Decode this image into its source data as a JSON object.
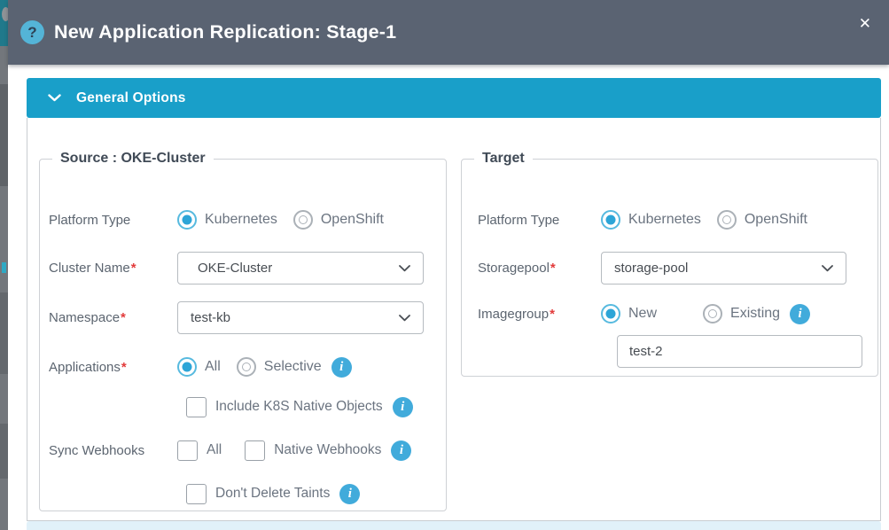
{
  "header": {
    "title": "New Application Replication: Stage-1"
  },
  "icons": {
    "help": "?",
    "close": "✕",
    "info": "i"
  },
  "sections": {
    "general_options": {
      "label": "General Options",
      "expanded": true
    }
  },
  "source": {
    "legend": "Source : OKE-Cluster",
    "platform_type": {
      "label": "Platform Type",
      "options": [
        "Kubernetes",
        "OpenShift"
      ],
      "selected": "Kubernetes"
    },
    "cluster_name": {
      "label": "Cluster Name",
      "required_marker": "*",
      "value": "OKE-Cluster"
    },
    "namespace": {
      "label": "Namespace",
      "required_marker": "*",
      "value": "test-kb"
    },
    "applications": {
      "label": "Applications",
      "required_marker": "*",
      "options": [
        "All",
        "Selective"
      ],
      "selected": "All"
    },
    "include_k8s_native_objects": {
      "label": "Include K8S Native Objects",
      "checked": false
    },
    "sync_webhooks": {
      "label": "Sync Webhooks",
      "options": [
        "All",
        "Native Webhooks"
      ],
      "checked": [
        false,
        false
      ]
    },
    "dont_delete_taints": {
      "label": "Don't Delete Taints",
      "checked": false
    }
  },
  "target": {
    "legend": "Target",
    "platform_type": {
      "label": "Platform Type",
      "options": [
        "Kubernetes",
        "OpenShift"
      ],
      "selected": "Kubernetes"
    },
    "storagepool": {
      "label": "Storagepool",
      "required_marker": "*",
      "value": "storage-pool"
    },
    "imagegroup": {
      "label": "Imagegroup",
      "required_marker": "*",
      "options": [
        "New",
        "Existing"
      ],
      "selected": "New",
      "name_value": "test-2"
    }
  },
  "colors": {
    "header_slate": "#5a6372",
    "accent_teal": "#199fc9",
    "selected_blue": "#2da5d7",
    "info_blue": "#41abdb",
    "required_red": "#e23b3b",
    "next_section_strip": "#e1f1f9"
  }
}
